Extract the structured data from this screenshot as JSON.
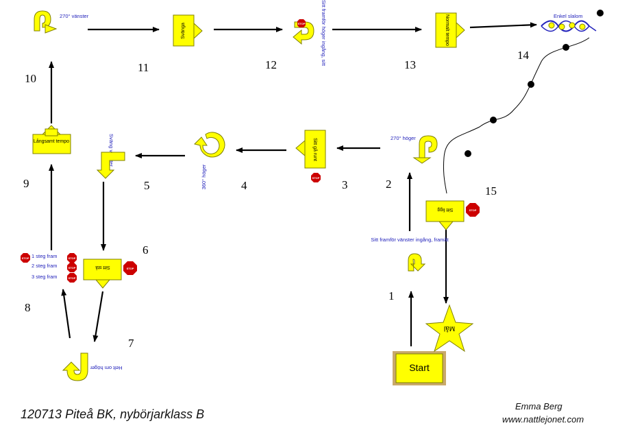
{
  "stations": {
    "s1": {
      "number": "1",
      "label": "Sitt framför vänster ingång, framåt"
    },
    "s2": {
      "number": "2",
      "label": "270° höger"
    },
    "s3": {
      "number": "3",
      "label": "Sitt gå runt"
    },
    "s4": {
      "number": "4",
      "label": "360° höger"
    },
    "s5": {
      "number": "5",
      "label": "Sväng vänster"
    },
    "s6": {
      "number": "6",
      "label": "Sitt stå"
    },
    "s7": {
      "number": "7",
      "label": "Helt om höger"
    },
    "s8": {
      "number": "8",
      "label": "",
      "steps": [
        "1 steg fram",
        "2 steg fram",
        "3 steg fram"
      ]
    },
    "s9": {
      "number": "9",
      "label": "Långsamt tempo"
    },
    "s10": {
      "number": "10",
      "label": "270° vänster"
    },
    "s11": {
      "number": "11",
      "label": "Svänga"
    },
    "s12": {
      "number": "12",
      "label": "Sitt framför höger ingång, sitt"
    },
    "s13": {
      "number": "13",
      "label": "Normalt tempo"
    },
    "s14": {
      "number": "14",
      "label": "Enkel slalom"
    },
    "s15": {
      "number": "15",
      "label": "Sitt ligg"
    }
  },
  "start": {
    "label": "Start"
  },
  "finish": {
    "label": "Mål"
  },
  "stop_text": "STOP",
  "footer": {
    "title": "120713 Piteå BK, nybörjarklass B",
    "author": "Emma Berg",
    "url": "www.nattlejonet.com"
  },
  "colors": {
    "sign": "#ffff00",
    "stop": "#cc0000",
    "label": "#2222bb",
    "arrow": "#000000"
  }
}
